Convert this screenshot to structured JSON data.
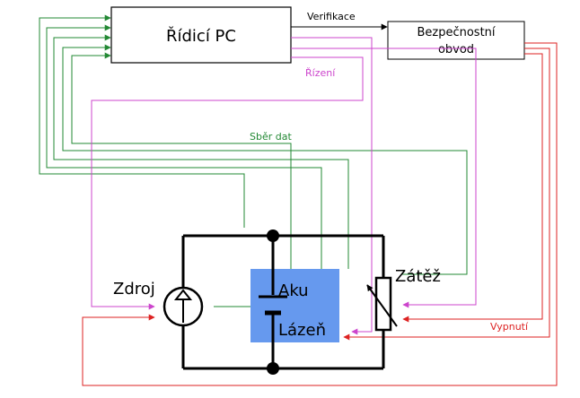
{
  "blocks": {
    "pc": "Řídicí PC",
    "safety_line1": "Bezpečnostní",
    "safety_line2": "obvod"
  },
  "components": {
    "source": "Zdroj",
    "load": "Zátěž",
    "battery": "Aku",
    "bath": "Lázeň"
  },
  "signals": {
    "verification": "Verifikace",
    "control": "Řízení",
    "data_acquisition": "Sběr dat",
    "shutdown": "Vypnutí"
  },
  "colors": {
    "control": "#cc44cc",
    "data": "#228833",
    "shutdown": "#dd2222",
    "bath_fill": "#6699ee",
    "wire": "#000000"
  }
}
